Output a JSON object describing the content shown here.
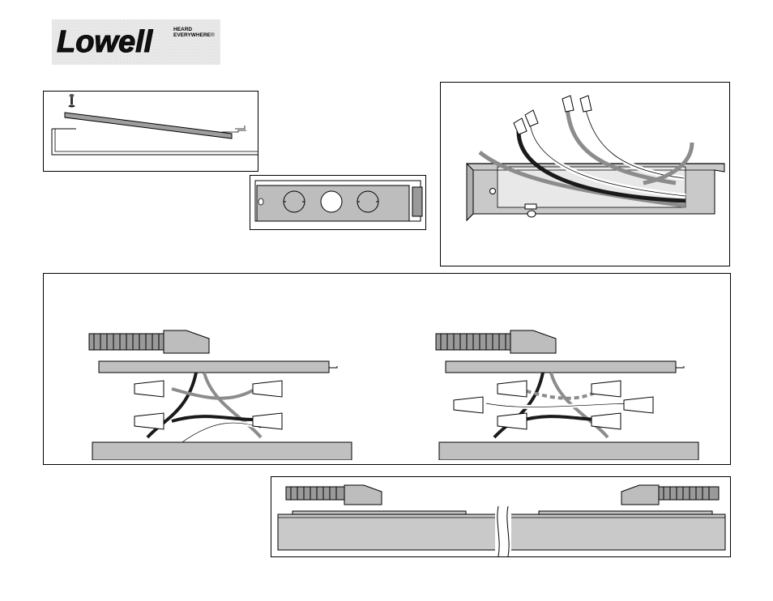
{
  "logo": {
    "brand": "Lowell",
    "tagline_line1": "HEARD",
    "tagline_line2": "EVERYWHERE",
    "registered_mark": "®"
  },
  "colors": {
    "panel_border": "#000000",
    "metal_fill": "#bdbdbd",
    "metal_dark": "#8a8a8a",
    "wire_black": "#1a1a1a",
    "wire_gray": "#8c8c8c",
    "wire_white": "#ffffff"
  },
  "figures": {
    "cover_removal": "cover-plate-removal-diagram",
    "knockouts": "channel-knockouts-diagram",
    "wire_routing": "wire-routing-diagram",
    "splice_left": "wire-splice-diagram-a",
    "splice_right": "wire-splice-diagram-b",
    "assembly": "channel-assembly-diagram"
  }
}
